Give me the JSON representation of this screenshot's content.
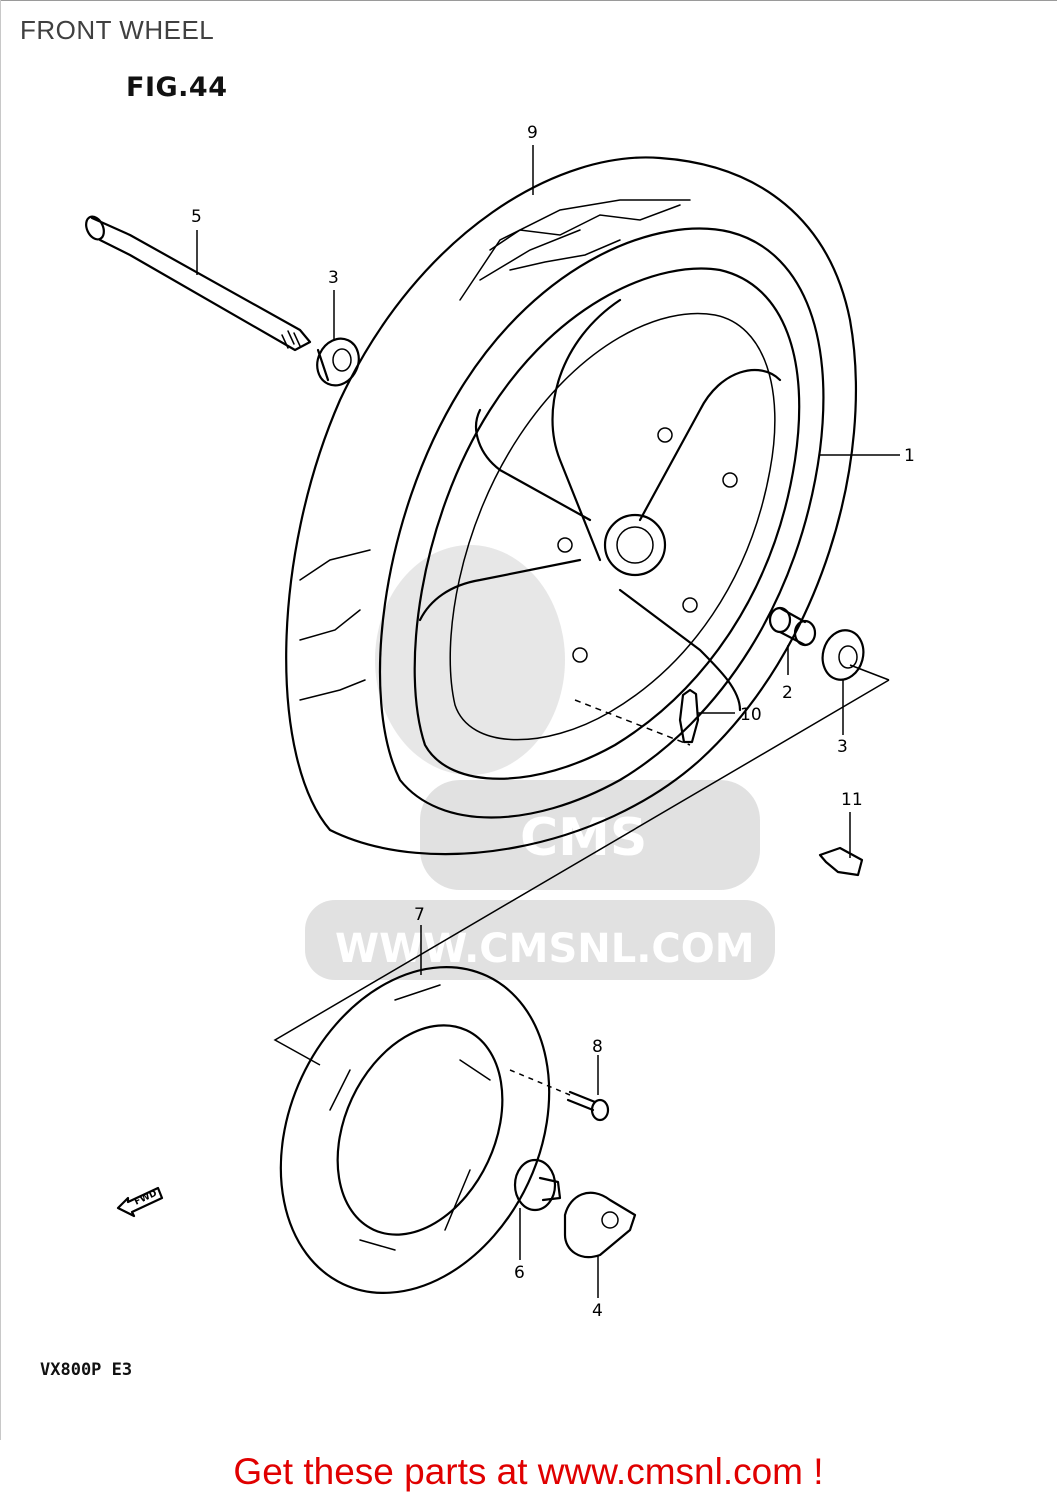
{
  "page": {
    "title": "FRONT WHEEL"
  },
  "figure": {
    "label": "FIG.44",
    "model": "VX800P  E3",
    "fwd_arrow": "FWD"
  },
  "watermark": {
    "brand": "CMS",
    "url": "WWW.CMSNL.COM"
  },
  "callouts": [
    {
      "ref": "1"
    },
    {
      "ref": "2"
    },
    {
      "ref": "3"
    },
    {
      "ref": "3"
    },
    {
      "ref": "4"
    },
    {
      "ref": "5"
    },
    {
      "ref": "6"
    },
    {
      "ref": "7"
    },
    {
      "ref": "8"
    },
    {
      "ref": "9"
    },
    {
      "ref": "10"
    },
    {
      "ref": "11"
    }
  ],
  "footer": {
    "cta": "Get these parts at www.cmsnl.com !"
  }
}
